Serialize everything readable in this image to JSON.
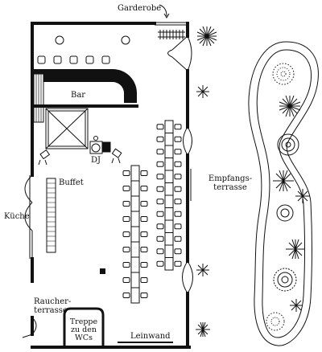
{
  "labels": {
    "garderobe": "Garderobe",
    "bar": "Bar",
    "dj": "DJ",
    "buffet": "Buffet",
    "kueche": "Küche",
    "empfang_line1": "Empfangs-",
    "empfang_line2": "terrasse",
    "raucher_line1": "Raucher-",
    "raucher_line2": "terrasse",
    "treppe_line1": "Treppe",
    "treppe_line2": "zu den",
    "treppe_line3": "WCs",
    "leinwand": "Leinwand"
  },
  "counts": {
    "table_rows": 12,
    "left_table_rows": 9
  }
}
